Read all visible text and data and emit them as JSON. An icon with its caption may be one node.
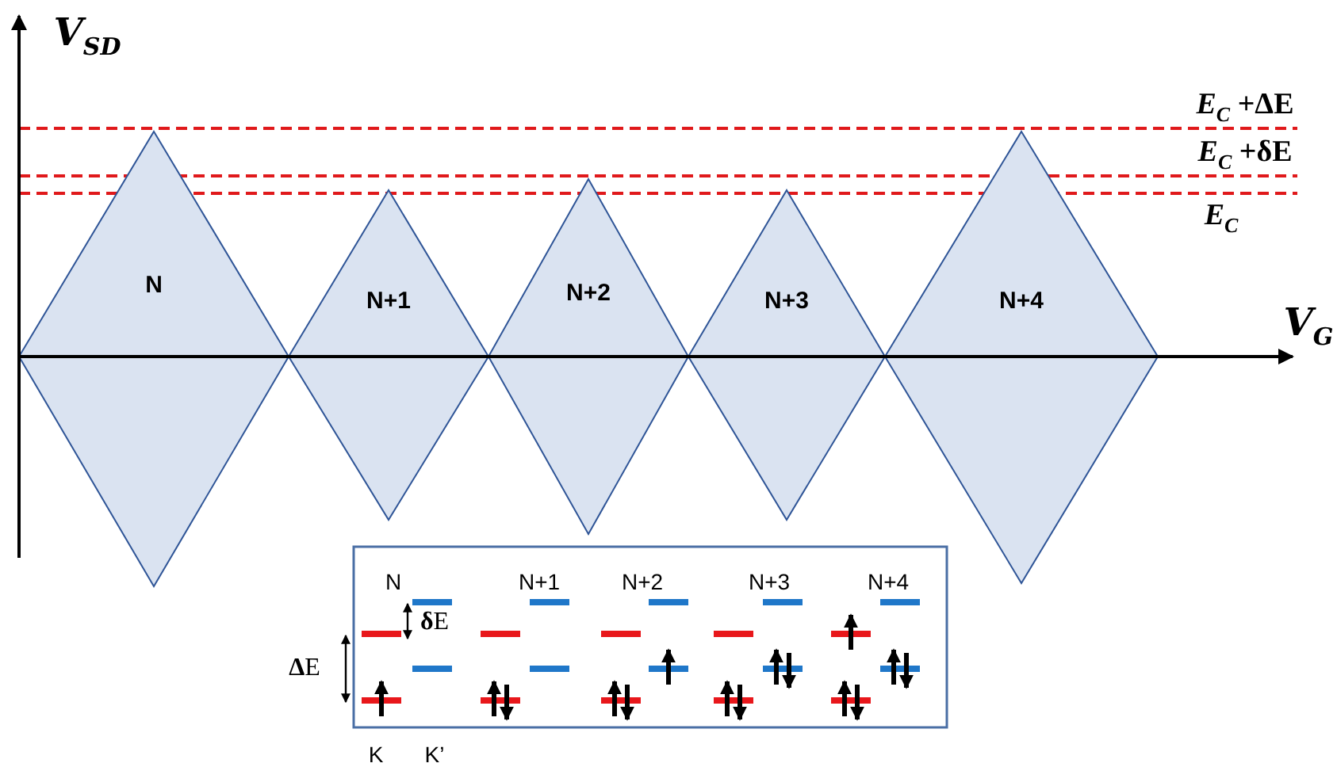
{
  "diagram": {
    "nodes": [
      {
        "text": [
          "N"
        ]
      },
      {
        "text": [
          "N+1"
        ]
      },
      {
        "text": [
          "N+2"
        ]
      },
      {
        "text": [
          "N+3"
        ]
      },
      {
        "text": [
          "N+4"
        ]
      }
    ],
    "labels": [
      "*V*$_{SD}$",
      "*V*$_{G}$",
      "*E*$_{C}$ +**Δ**E",
      "*E*$_{C}$ +**δ**E",
      "*E*$_{C}$",
      "N",
      "N+1",
      "N+2",
      "N+3",
      "N+4",
      "**δ**E",
      "**Δ**E",
      "K",
      "K’"
    ]
  }
}
